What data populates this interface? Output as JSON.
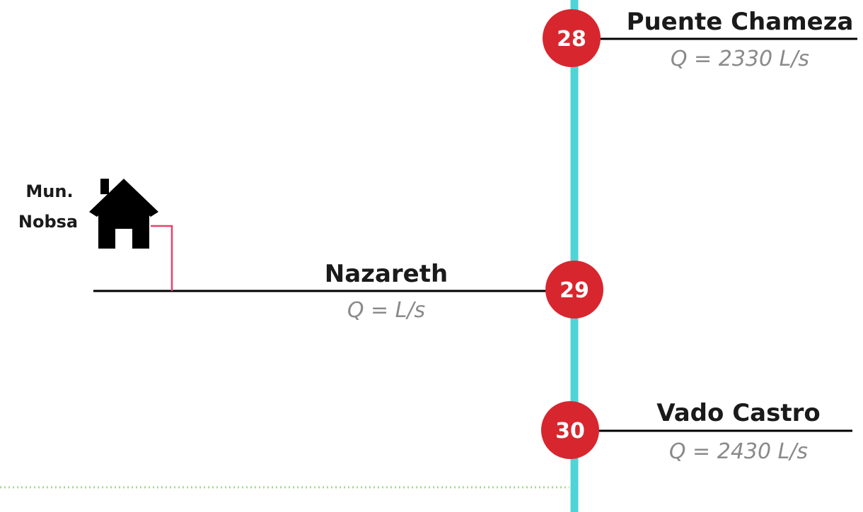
{
  "colors": {
    "river": "#4fd4d6",
    "station_marker": "#d8262e",
    "branch_line": "#000000",
    "connector": "#e8416a",
    "dotted_line": "#a6d98c",
    "flow_text": "#8a8a8a"
  },
  "stations": [
    {
      "number": "28",
      "name": "Puente Chameza",
      "flow": "Q = 2330 L/s"
    },
    {
      "number": "29",
      "name": "Nazareth",
      "flow": "Q =  L/s"
    },
    {
      "number": "30",
      "name": "Vado Castro",
      "flow": "Q = 2430 L/s"
    }
  ],
  "municipality": {
    "line1": "Mun.",
    "line2": "Nobsa",
    "icon": "house-icon"
  }
}
